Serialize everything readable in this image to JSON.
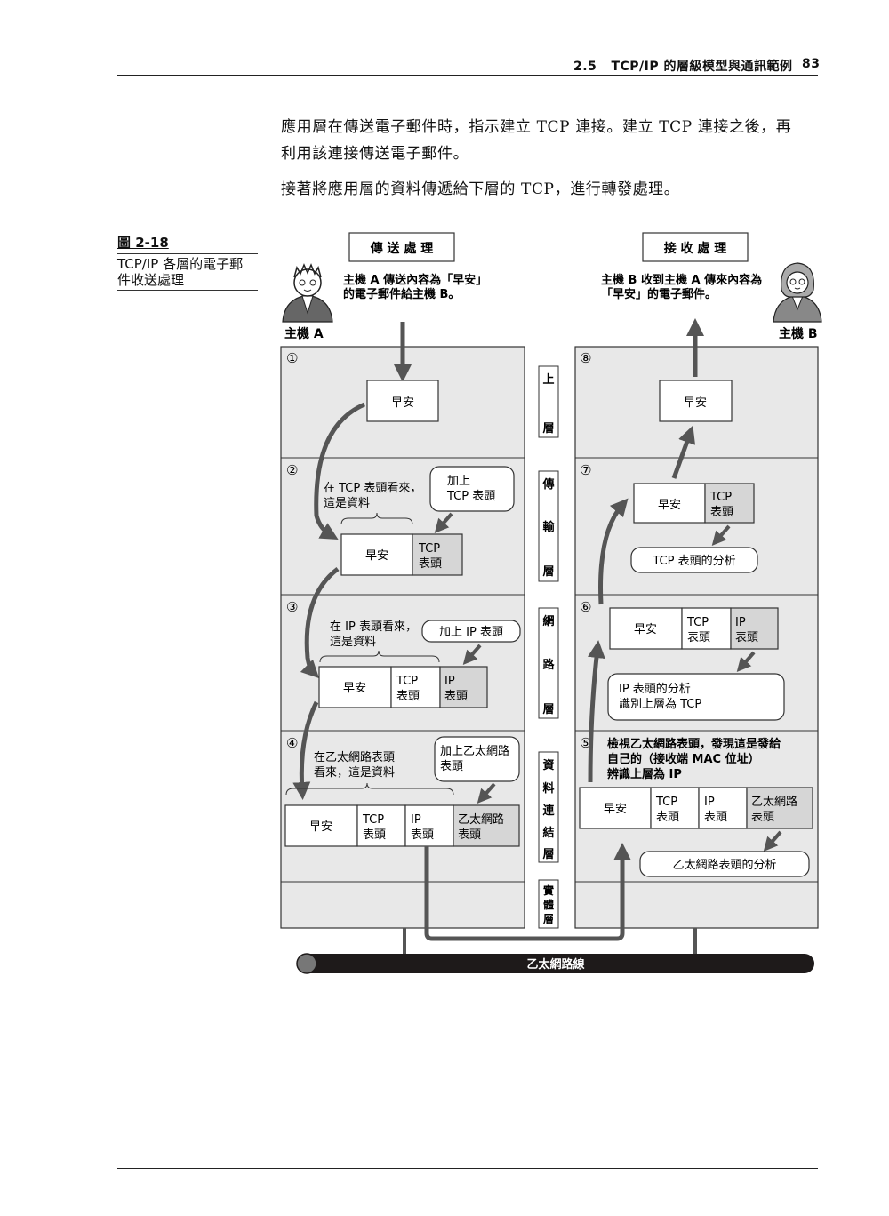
{
  "header": {
    "section": "2.5",
    "title": "TCP/IP 的層級模型與通訊範例",
    "page": "83"
  },
  "body": {
    "p1_line1": "應用層在傳送電子郵件時，指示建立 TCP 連接。建立 TCP 連接之後，再",
    "p1_line2": "利用該連接傳送電子郵件。",
    "p2": "接著將應用層的資料傳遞給下層的 TCP，進行轉發處理。"
  },
  "figure": {
    "number": "圖 2-18",
    "caption_line1": "TCP/IP 各層的電子郵",
    "caption_line2": "件收送處理",
    "send_title": "傳 送 處 理",
    "recv_title": "接 收 處 理",
    "hostA_desc_1": "主機 A 傳送內容為「早安」",
    "hostA_desc_2": "的電子郵件給主機 B。",
    "hostB_desc_1": "主機 B 收到主機 A 傳來內容為",
    "hostB_desc_2": "「早安」的電子郵件。",
    "hostA_label": "主機 A",
    "hostB_label": "主機 B",
    "step1": "①",
    "step2": "②",
    "step3": "③",
    "step4": "④",
    "step5": "⑤",
    "step6": "⑥",
    "step7": "⑦",
    "step8": "⑧",
    "data": "早安",
    "tcp_hdr_1": "TCP",
    "tcp_hdr_2": "表頭",
    "ip_hdr_1": "IP",
    "ip_hdr_2": "表頭",
    "eth_hdr_1": "乙太網路",
    "eth_hdr_2": "表頭",
    "s2_note_1": "在 TCP 表頭看來，",
    "s2_note_2": "這是資料",
    "s2_bubble_1": "加上",
    "s2_bubble_2": "TCP 表頭",
    "s3_note_1": "在 IP 表頭看來，",
    "s3_note_2": "這是資料",
    "s3_bubble": "加上 IP 表頭",
    "s4_note_1": "在乙太網路表頭",
    "s4_note_2": "看來，這是資料",
    "s4_bubble_1": "加上乙太網路",
    "s4_bubble_2": "表頭",
    "r5_note_1": "檢視乙太網路表頭，發現這是發給",
    "r5_note_2": "自己的（接收端 MAC 位址）",
    "r5_note_3": "辨識上層為 IP",
    "r5_bubble": "乙太網路表頭的分析",
    "r6_bubble_1": "IP 表頭的分析",
    "r6_bubble_2": "識別上層為 TCP",
    "r7_bubble": "TCP 表頭的分析",
    "layer_upper": [
      "上",
      "層"
    ],
    "layer_transport": [
      "傳",
      "輸",
      "層"
    ],
    "layer_network": [
      "網",
      "路",
      "層"
    ],
    "layer_datalink": [
      "資",
      "料",
      "連",
      "結",
      "層"
    ],
    "layer_physical": [
      "實",
      "體",
      "層"
    ],
    "ethernet_cable": "乙太網路線"
  }
}
